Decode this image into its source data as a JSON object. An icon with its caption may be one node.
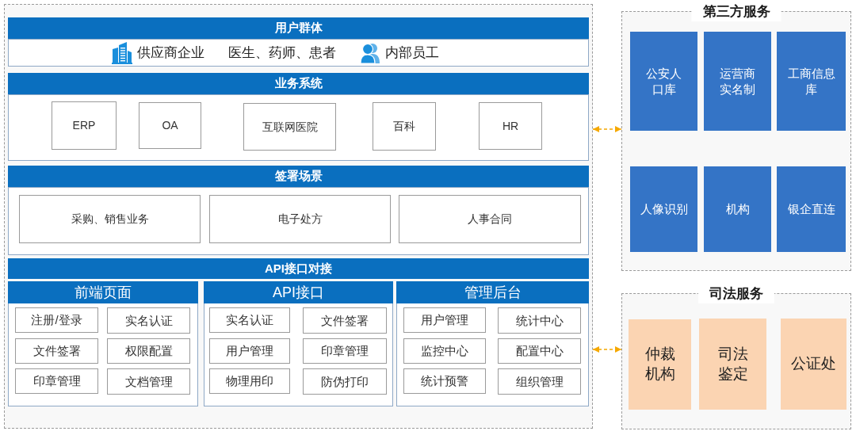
{
  "diagram": {
    "nodes": [
      {
        "text": [],
        "shape": "box"
      },
      {
        "text": [
          "用户群体"
        ],
        "in": 0
      },
      {
        "text": [
          "供应商企业",
          "医生、药师、患者",
          "内部员工"
        ],
        "in": 0
      },
      {
        "text": [
          "业务系统"
        ],
        "in": 0
      },
      {
        "text": [],
        "shape": "box",
        "in": 0
      },
      {
        "text": [
          "ERP"
        ],
        "in": 4
      },
      {
        "text": [
          "OA"
        ],
        "in": 4
      },
      {
        "text": [
          "互联网医院"
        ],
        "in": 4
      },
      {
        "text": [
          "百科"
        ],
        "in": 4
      },
      {
        "text": [
          "HR"
        ],
        "in": 4
      },
      {
        "text": [
          "签署场景"
        ],
        "in": 0
      },
      {
        "text": [],
        "shape": "box",
        "in": 0
      },
      {
        "text": [
          "采购、销售业务"
        ],
        "in": 11
      },
      {
        "text": [
          "电子处方"
        ],
        "in": 11
      },
      {
        "text": [
          "人事合同"
        ],
        "in": 11
      },
      {
        "text": [
          "API接口对接"
        ],
        "in": 0
      },
      {
        "text": [
          "前端页面"
        ],
        "in": 0
      },
      {
        "text": [
          "注册/登录"
        ],
        "in": 16
      },
      {
        "text": [
          "实名认证"
        ],
        "in": 16
      },
      {
        "text": [
          "文件签署"
        ],
        "in": 16
      },
      {
        "text": [
          "权限配置"
        ],
        "in": 16
      },
      {
        "text": [
          "印章管理"
        ],
        "in": 16
      },
      {
        "text": [
          "文档管理"
        ],
        "in": 16
      },
      {
        "text": [
          "API接口"
        ],
        "in": 0
      },
      {
        "text": [
          "实名认证"
        ],
        "in": 23
      },
      {
        "text": [
          "文件签署"
        ],
        "in": 23
      },
      {
        "text": [
          "用户管理"
        ],
        "in": 23
      },
      {
        "text": [
          "印章管理"
        ],
        "in": 23
      },
      {
        "text": [
          "物理用印"
        ],
        "in": 23
      },
      {
        "text": [
          "防伪打印"
        ],
        "in": 23
      },
      {
        "text": [
          "管理后台"
        ],
        "in": 0
      },
      {
        "text": [
          "用户管理"
        ],
        "in": 30
      },
      {
        "text": [
          "统计中心"
        ],
        "in": 30
      },
      {
        "text": [
          "监控中心"
        ],
        "in": 30
      },
      {
        "text": [
          "配置中心"
        ],
        "in": 30
      },
      {
        "text": [
          "统计预警"
        ],
        "in": 30
      },
      {
        "text": [
          "组织管理"
        ],
        "in": 30
      },
      {
        "text": [
          "第三方服务"
        ]
      },
      {
        "text": [
          "公安人口库"
        ],
        "in": 37
      },
      {
        "text": [
          "运营商实名制"
        ],
        "in": 37
      },
      {
        "text": [
          "工商信息库"
        ],
        "in": 37
      },
      {
        "text": [
          "人像识别"
        ],
        "in": 37
      },
      {
        "text": [
          "机构"
        ],
        "in": 37
      },
      {
        "text": [
          "银企直连"
        ],
        "in": 37
      },
      {
        "text": [
          "司法服务"
        ]
      },
      {
        "text": [
          "仲裁机构"
        ],
        "in": 44
      },
      {
        "text": [
          "司法鉴定"
        ],
        "in": 44
      },
      {
        "text": [
          "公证处"
        ],
        "in": 44
      }
    ],
    "edges": [
      {
        "from": 0,
        "to": 37,
        "arrow": "both",
        "style": "dashed"
      },
      {
        "from": 0,
        "to": 44,
        "arrow": "both",
        "style": "dashed"
      }
    ]
  }
}
